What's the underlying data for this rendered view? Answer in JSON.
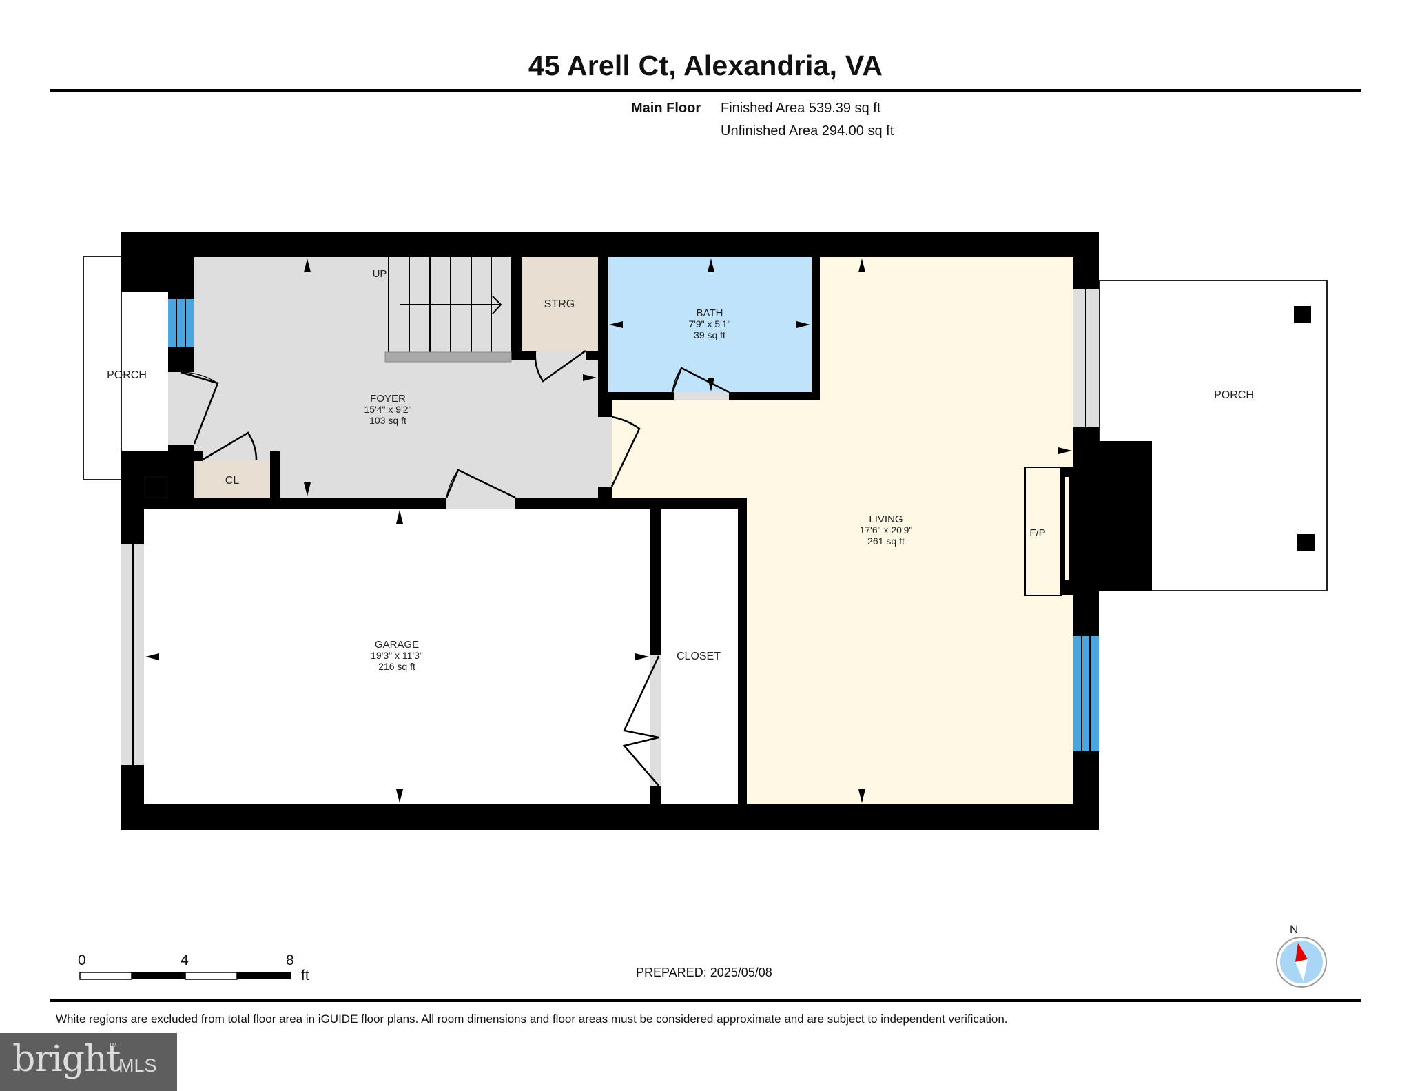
{
  "header": {
    "title": "45 Arell Ct, Alexandria, VA",
    "floor_label": "Main Floor",
    "finished_area": "Finished Area 539.39 sq ft",
    "unfinished_area": "Unfinished Area 294.00 sq ft"
  },
  "rooms": {
    "foyer": {
      "name": "FOYER",
      "dims": "15'4\" x 9'2\"",
      "area": "103 sq ft"
    },
    "bath": {
      "name": "BATH",
      "dims": "7'9\" x 5'1\"",
      "area": "39 sq ft"
    },
    "living": {
      "name": "LIVING",
      "dims": "17'6\" x 20'9\"",
      "area": "261 sq ft"
    },
    "garage": {
      "name": "GARAGE",
      "dims": "19'3\" x 11'3\"",
      "area": "216 sq ft"
    },
    "strg": {
      "name": "STRG"
    },
    "cl": {
      "name": "CL"
    },
    "closet": {
      "name": "CLOSET"
    },
    "fireplace": {
      "name": "F/P"
    },
    "porch_left": {
      "name": "PORCH"
    },
    "porch_right": {
      "name": "PORCH"
    },
    "stairs": {
      "label": "UP"
    }
  },
  "colors": {
    "wall": "#000000",
    "foyer": "#dedede",
    "bath": "#bfe3fb",
    "living": "#fef8e5",
    "storage": "#e8dfd2",
    "window": "#4ba6de",
    "landing": "#a9a9a9"
  },
  "scale_bar": {
    "ticks": [
      "0",
      "4",
      "8"
    ],
    "unit": "ft"
  },
  "footer": {
    "prepared": "PREPARED: 2025/05/08",
    "compass_label": "N",
    "disclaimer": "White regions are excluded from total floor area in iGUIDE floor plans. All room dimensions and floor areas must be considered approximate and are subject to independent verification."
  },
  "logo": {
    "word": "bright",
    "suffix": "MLS",
    "tm": "TM"
  }
}
